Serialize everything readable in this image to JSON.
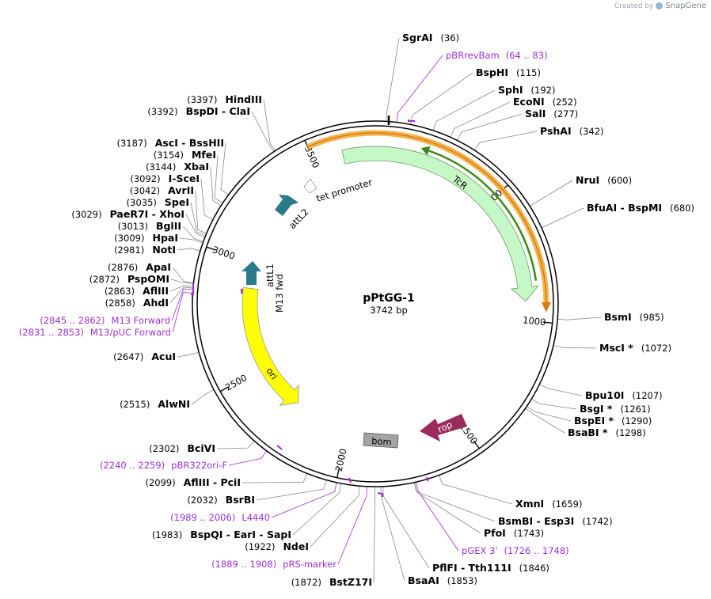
{
  "header": {
    "credit_text": "Created by",
    "credit_brand": "SnapGene"
  },
  "plasmid": {
    "name": "pPtGG-1",
    "length_text": "3742 bp",
    "length": 3742
  },
  "colors": {
    "primer": "#a02fd6",
    "tcr": "#c6f7c6",
    "ori": "#ffff00",
    "orange_band": "#f3b24a",
    "green_arrow": "#3a8a12",
    "att": "#2a7a8c",
    "rop": "#9b2a5d",
    "bom": "#a3a3a3"
  },
  "ticks": [
    {
      "label": "500",
      "bp": 500
    },
    {
      "label": "1000",
      "bp": 1000
    },
    {
      "label": "1500",
      "bp": 1500
    },
    {
      "label": "2000",
      "bp": 2000
    },
    {
      "label": "2500",
      "bp": 2500
    },
    {
      "label": "3000",
      "bp": 3000
    },
    {
      "label": "3500",
      "bp": 3500
    }
  ],
  "features": [
    {
      "label": "TcR",
      "type": "cds-arrow"
    },
    {
      "label": "tet promoter",
      "type": "promoter"
    },
    {
      "label": "attL2",
      "type": "att-arrow"
    },
    {
      "label": "attL1",
      "type": "att-arrow"
    },
    {
      "label": "M13 fwd",
      "type": "primer-bind"
    },
    {
      "label": "ori",
      "type": "origin"
    },
    {
      "label": "bom",
      "type": "misc"
    },
    {
      "label": "rop",
      "type": "cds-arrow"
    }
  ],
  "right_labels": [
    {
      "name": "SgrAI",
      "pos": "(36)"
    },
    {
      "primer": "pBRrevBam",
      "range": "(64 .. 83)"
    },
    {
      "name": "BspHI",
      "pos": "(115)"
    },
    {
      "name": "SphI",
      "pos": "(192)"
    },
    {
      "name": "EcoNI",
      "pos": "(252)"
    },
    {
      "name": "SalI",
      "pos": "(277)"
    },
    {
      "name": "PshAI",
      "pos": "(342)"
    },
    {
      "name": "NruI",
      "pos": "(600)"
    },
    {
      "name": "BfuAI - BspMI",
      "pos": "(680)"
    },
    {
      "name": "BsmI",
      "pos": "(985)"
    },
    {
      "name": "MscI *",
      "pos": "(1072)"
    },
    {
      "name": "Bpu10I",
      "pos": "(1207)"
    },
    {
      "name": "BsgI *",
      "pos": "(1261)"
    },
    {
      "name": "BspEI *",
      "pos": "(1290)"
    },
    {
      "name": "BsaBI *",
      "pos": "(1298)"
    },
    {
      "name": "XmnI",
      "pos": "(1659)"
    },
    {
      "name": "BsmBI - Esp3I",
      "pos": "(1742)"
    },
    {
      "name": "PfoI",
      "pos": "(1743)"
    },
    {
      "primer": "pGEX 3'",
      "range": "(1726 .. 1748)"
    },
    {
      "name": "PflFI - Tth111I",
      "pos": "(1846)"
    },
    {
      "name": "BsaAI",
      "pos": "(1853)"
    }
  ],
  "left_labels": [
    {
      "pos": "(3397)",
      "name": "HindIII"
    },
    {
      "pos": "(3392)",
      "name": "BspDI - ClaI"
    },
    {
      "pos": "(3187)",
      "name": "AscI - BssHII"
    },
    {
      "pos": "(3154)",
      "name": "MfeI"
    },
    {
      "pos": "(3144)",
      "name": "XbaI"
    },
    {
      "pos": "(3092)",
      "name": "I-SceI"
    },
    {
      "pos": "(3042)",
      "name": "AvrII"
    },
    {
      "pos": "(3035)",
      "name": "SpeI"
    },
    {
      "pos": "(3029)",
      "name": "PaeR7I - XhoI"
    },
    {
      "pos": "(3013)",
      "name": "BglII"
    },
    {
      "pos": "(3009)",
      "name": "HpaI"
    },
    {
      "pos": "(2981)",
      "name": "NotI"
    },
    {
      "pos": "(2876)",
      "name": "ApaI"
    },
    {
      "pos": "(2872)",
      "name": "PspOMI"
    },
    {
      "pos": "(2863)",
      "name": "AflIII"
    },
    {
      "pos": "(2858)",
      "name": "AhdI"
    },
    {
      "range": "(2845 .. 2862)",
      "primer": "M13 Forward"
    },
    {
      "range": "(2831 .. 2853)",
      "primer": "M13/pUC Forward"
    },
    {
      "pos": "(2647)",
      "name": "AcuI"
    },
    {
      "pos": "(2515)",
      "name": "AlwNI"
    },
    {
      "pos": "(2302)",
      "name": "BciVI"
    },
    {
      "range": "(2240 .. 2259)",
      "primer": "pBR322ori-F"
    },
    {
      "pos": "(2099)",
      "name": "AflIII - PciI"
    },
    {
      "pos": "(2032)",
      "name": "BsrBI"
    },
    {
      "range": "(1989 .. 2006)",
      "primer": "L4440"
    },
    {
      "pos": "(1983)",
      "name": "BspQI - EarI - SapI"
    },
    {
      "pos": "(1922)",
      "name": "NdeI"
    },
    {
      "range": "(1889 .. 1908)",
      "primer": "pRS-marker"
    },
    {
      "pos": "(1872)",
      "name": "BstZ17I"
    }
  ]
}
